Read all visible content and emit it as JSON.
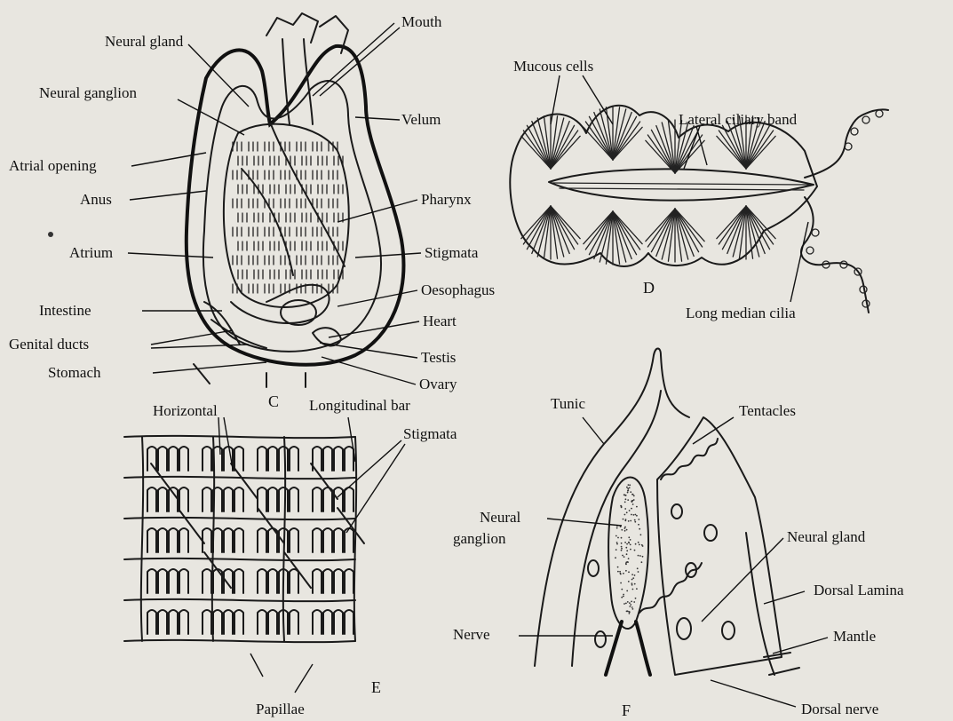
{
  "figures": {
    "C": {
      "letter": "C",
      "labels": {
        "mouth": "Mouth",
        "neural_gland": "Neural gland",
        "neural_ganglion": "Neural ganglion",
        "velum": "Velum",
        "atrial_opening": "Atrial opening",
        "anus": "Anus",
        "pharynx": "Pharynx",
        "atrium": "Atrium",
        "stigmata": "Stigmata",
        "oesophagus": "Oesophagus",
        "intestine": "Intestine",
        "heart": "Heart",
        "genital_ducts": "Genital ducts",
        "testis": "Testis",
        "stomach": "Stomach",
        "ovary": "Ovary"
      }
    },
    "D": {
      "letter": "D",
      "labels": {
        "mucous_cells": "Mucous cells",
        "lateral_ciliary_band": "Lateral ciliary band",
        "long_median_cilia": "Long median cilia"
      }
    },
    "E": {
      "letter": "E",
      "labels": {
        "horizontal": "Horizontal",
        "longitudinal_bar": "Longitudinal bar",
        "stigmata": "Stigmata",
        "papillae": "Papillae"
      }
    },
    "F": {
      "letter": "F",
      "labels": {
        "tunic": "Tunic",
        "tentacles": "Tentacles",
        "neural_ganglion_1": "Neural",
        "neural_ganglion_2": "ganglion",
        "neural_gland": "Neural gland",
        "dorsal_lamina": "Dorsal Lamina",
        "nerve": "Nerve",
        "mantle": "Mantle",
        "dorsal_nerve": "Dorsal nerve"
      }
    }
  },
  "colors": {
    "ink": "#111111",
    "paper": "#e8e6e0"
  }
}
